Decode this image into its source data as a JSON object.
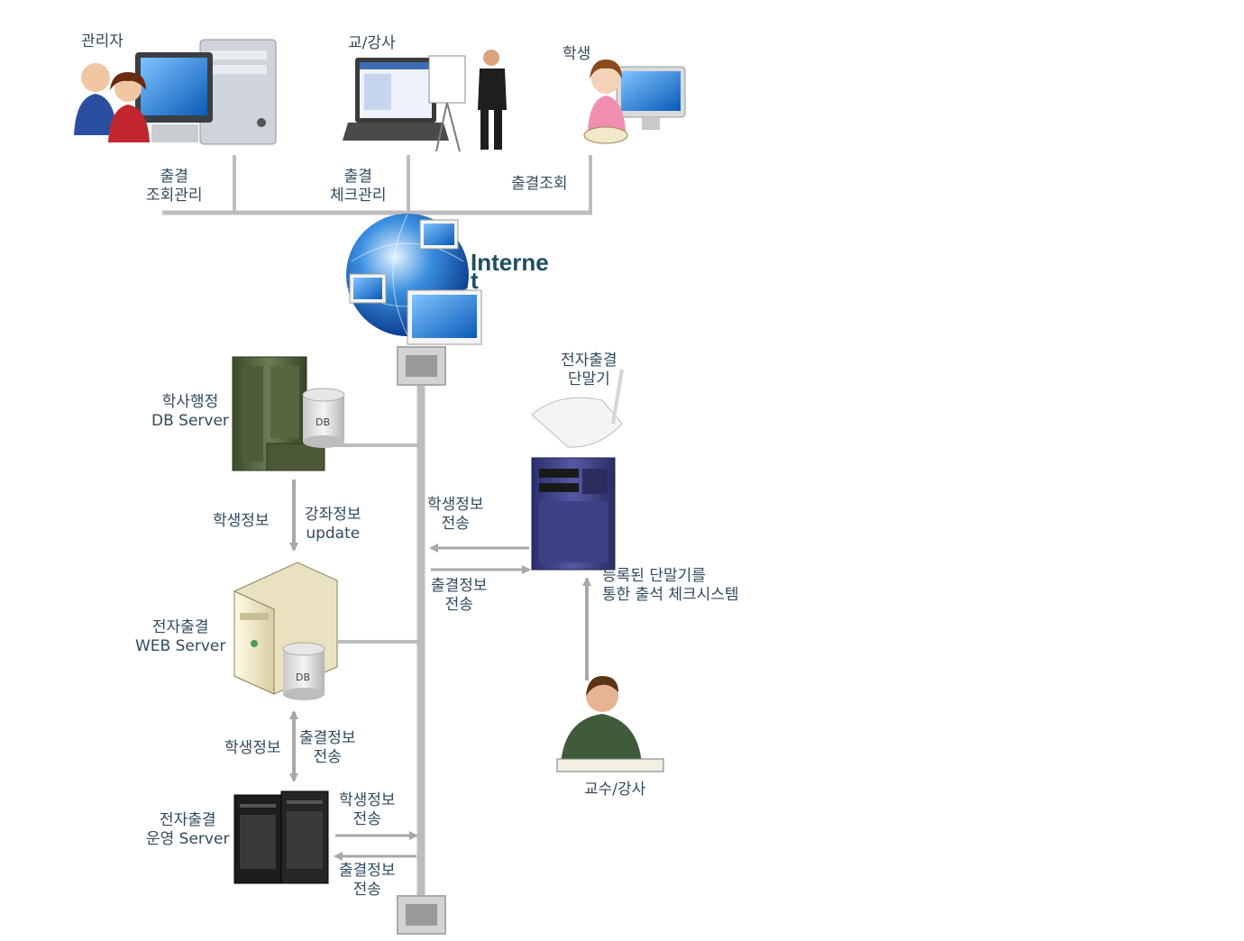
{
  "actors": {
    "admin": "관리자",
    "teacher": "교/강사",
    "student": "학생",
    "professor": "교수/강사"
  },
  "top_links": {
    "admin_func": [
      "출결",
      "조회관리"
    ],
    "teacher_func": [
      "출결",
      "체크관리"
    ],
    "student_func": "출결조회"
  },
  "internet_label": [
    "Interne",
    "t"
  ],
  "servers": {
    "db_server": [
      "학사행정",
      "DB Server"
    ],
    "web_server": [
      "전자출결",
      "WEB Server"
    ],
    "ops_server": [
      "전자출결",
      "운영 Server"
    ],
    "db_badge": "DB"
  },
  "terminal": {
    "device": [
      "전자출결",
      "단말기"
    ],
    "system": [
      "등록된 단말기를",
      "통한 출석 체크시스템"
    ]
  },
  "flows": {
    "db_to_web_student": "학생정보",
    "db_to_web_course": [
      "강좌정보",
      "update"
    ],
    "terminal_student_send": [
      "학생정보",
      "전송"
    ],
    "terminal_attendance_send": [
      "출결정보",
      "전송"
    ],
    "web_ops_student": "학생정보",
    "web_ops_attendance": [
      "출결정보",
      "전송"
    ],
    "ops_student_send": [
      "학생정보",
      "전송"
    ],
    "ops_attendance_send": [
      "출결정보",
      "전송"
    ]
  },
  "colors": {
    "line": "#bdbdbd",
    "arrow": "#a8a8a8",
    "text": "#2f4a5e",
    "internet_text": "#1d4e63"
  }
}
